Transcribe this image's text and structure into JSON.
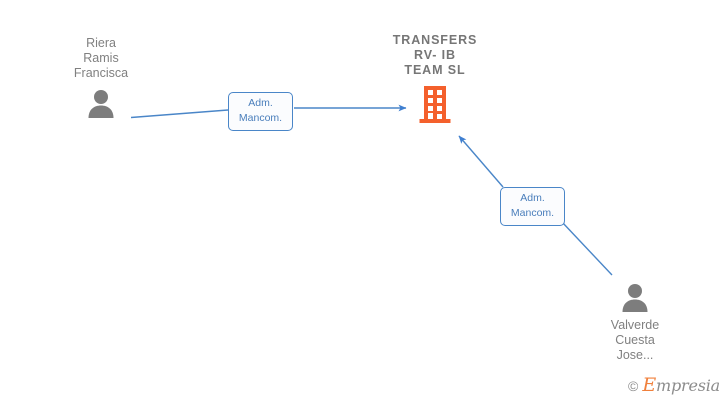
{
  "diagram": {
    "type": "org-relationship-graph",
    "background_color": "#ffffff",
    "edge_color": "#4a7ebb",
    "company_color": "#f4602c",
    "person_color": "#808080",
    "company": {
      "name": "TRANSFERS\nRV- IB\nTEAM  SL",
      "icon": "building-icon"
    },
    "people": [
      {
        "name": "Riera\nRamis\nFrancisca",
        "icon": "person-icon",
        "position": "left"
      },
      {
        "name": "Valverde\nCuesta\nJose...",
        "icon": "person-icon",
        "position": "bottom-right"
      }
    ],
    "edges": [
      {
        "label": "Adm.\nMancom.",
        "from": "Riera Ramis Francisca",
        "to": "TRANSFERS RV- IB TEAM SL",
        "direction": "to-company"
      },
      {
        "label": "Adm.\nMancom.",
        "from": "Valverde Cuesta Jose...",
        "to": "TRANSFERS RV- IB TEAM SL",
        "direction": "to-company"
      }
    ]
  },
  "watermark": {
    "copyright": "©",
    "brand_cap": "E",
    "brand_rest": "mpresia"
  }
}
